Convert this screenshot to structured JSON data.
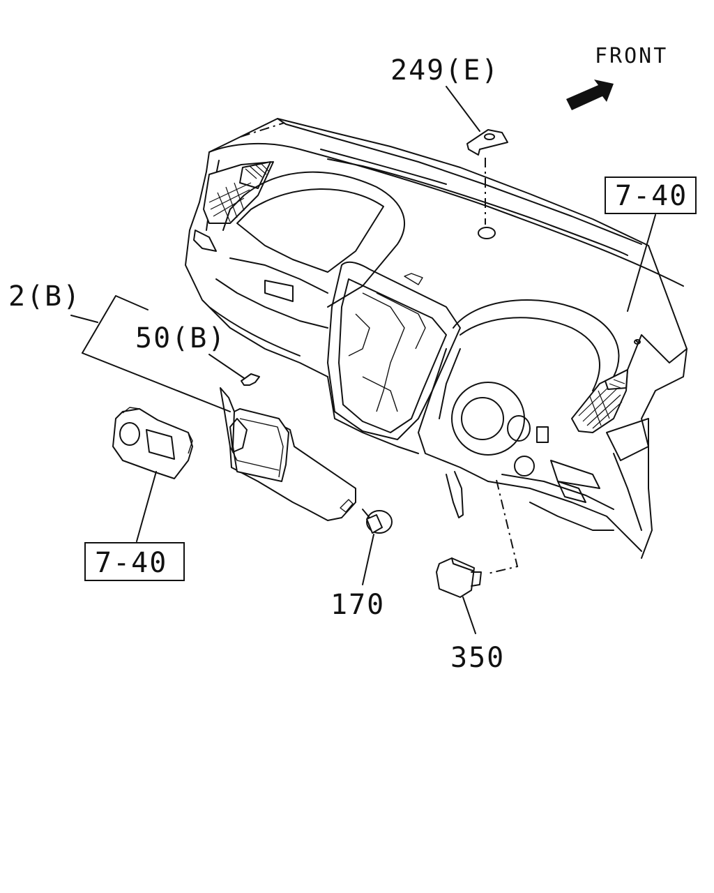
{
  "direction_label": "FRONT",
  "callouts": {
    "part_249e": "249(E)",
    "ref_7_40_right": "7-40",
    "part_2b": "2(B)",
    "part_50b": "50(B)",
    "ref_7_40_left": "7-40",
    "part_170": "170",
    "part_350": "350"
  },
  "colors": {
    "line": "#111111",
    "background": "#ffffff"
  }
}
